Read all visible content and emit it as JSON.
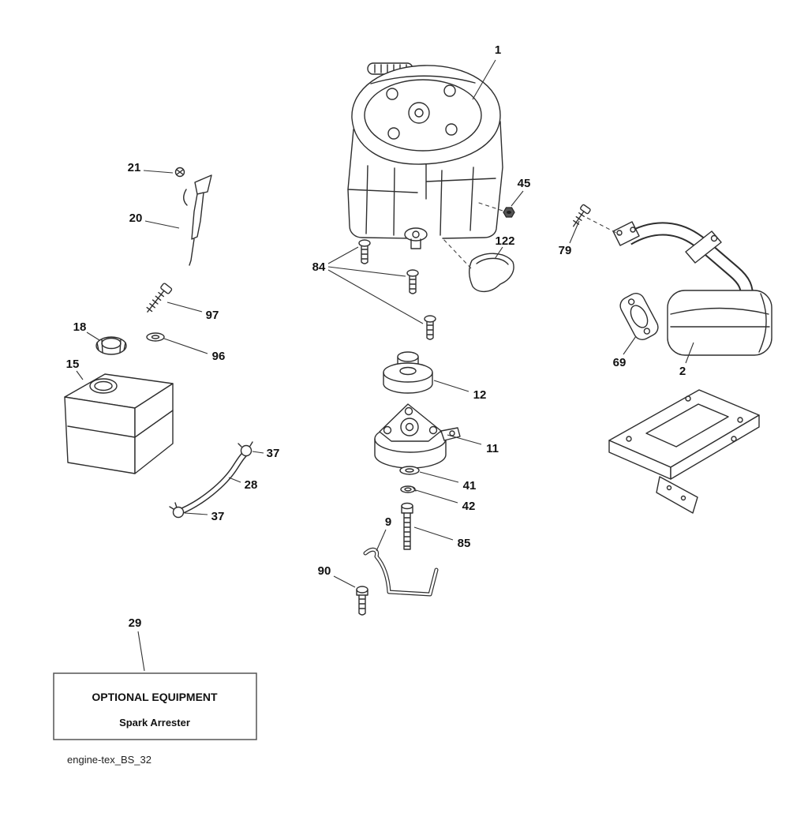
{
  "diagram": {
    "footer_code": "engine-tex_BS_32",
    "optional_box": {
      "title": "OPTIONAL EQUIPMENT",
      "subtitle": "Spark Arrester"
    },
    "callouts": {
      "c1": "1",
      "c2": "2",
      "c9": "9",
      "c11": "11",
      "c12": "12",
      "c15": "15",
      "c18": "18",
      "c20": "20",
      "c21": "21",
      "c28": "28",
      "c29": "29",
      "c37a": "37",
      "c37b": "37",
      "c41": "41",
      "c42": "42",
      "c45": "45",
      "c69": "69",
      "c79": "79",
      "c84": "84",
      "c85": "85",
      "c90": "90",
      "c96": "96",
      "c97": "97",
      "c122": "122"
    },
    "colors": {
      "line": "#2e2e2e",
      "label": "#111111",
      "background": "#ffffff"
    }
  }
}
